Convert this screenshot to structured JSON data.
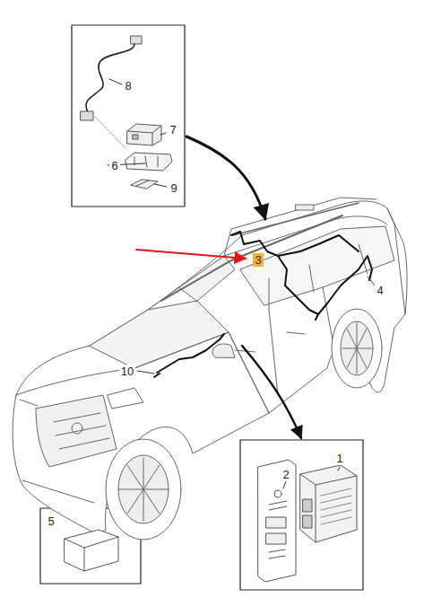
{
  "diagram": {
    "labels": [
      "8",
      "7",
      "6",
      "9",
      "3",
      "4",
      "10",
      "2",
      "1",
      "5"
    ]
  }
}
